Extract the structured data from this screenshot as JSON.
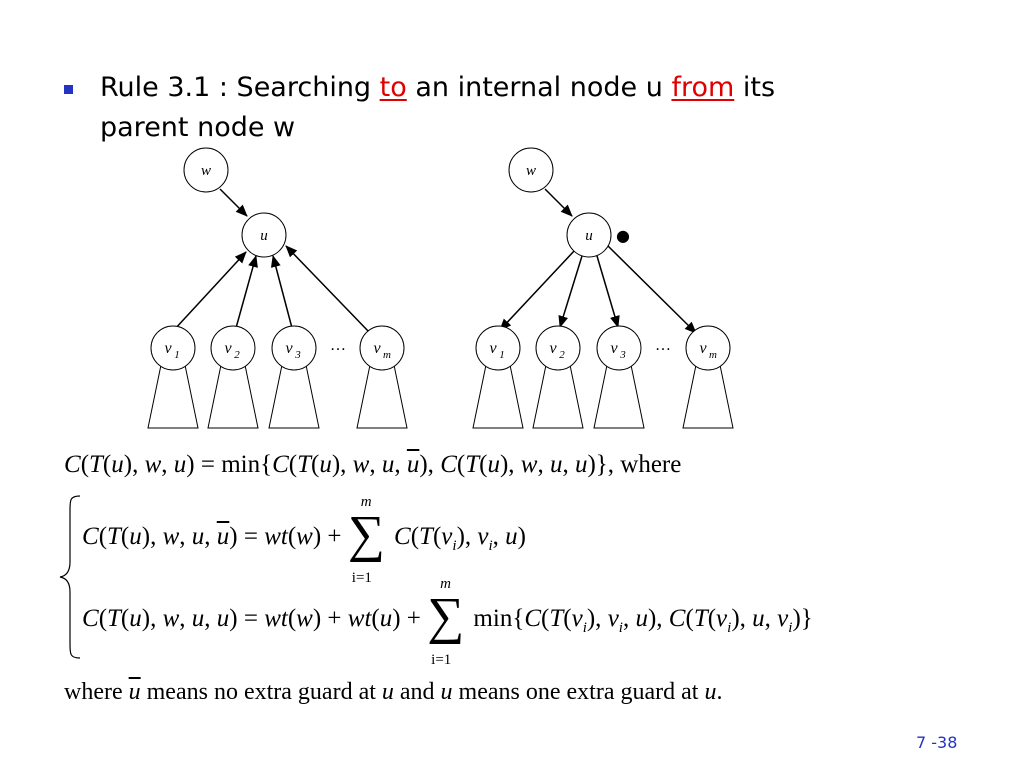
{
  "slide": {
    "bullet": {
      "prefix": "Rule 3.1 : Searching ",
      "to": "to",
      "middle": " an internal node u ",
      "from": "from",
      "suffix": " its",
      "line2": "parent node w"
    },
    "page_number": "7 -38"
  },
  "diagram": {
    "left_tree": {
      "parent": "w",
      "node": "u",
      "children": [
        "v",
        "v",
        "v",
        "v"
      ],
      "child_subs": [
        "1",
        "2",
        "3",
        "m"
      ],
      "ellipsis": "…"
    },
    "right_tree": {
      "parent": "w",
      "node": "u",
      "children": [
        "v",
        "v",
        "v",
        "v"
      ],
      "child_subs": [
        "1",
        "2",
        "3",
        "m"
      ],
      "ellipsis": "…",
      "guard_marker": "●"
    }
  },
  "equations": {
    "eq1": "C(T(u), w, u) = min{C(T(u), w, u, ū), C(T(u), w, u, u)}, where",
    "eq2": "C(T(u), w, u, ū) = wt(w) + Σ C(T(v_i), v_i, u)",
    "eq3": "C(T(u), w, u, u) = wt(w) + wt(u) + Σ min{C(T(v_i), v_i, u), C(T(v_i), u, v_i)}",
    "sum_upper": "m",
    "sum_lower": "i=1",
    "where_note": {
      "p1": "where ",
      "u_bar": "u",
      "p2": " means no extra guard at ",
      "u1": "u",
      "p3": " and ",
      "u2": "u",
      "p4": " means one extra guard at ",
      "u3": "u",
      "p5": "."
    }
  }
}
